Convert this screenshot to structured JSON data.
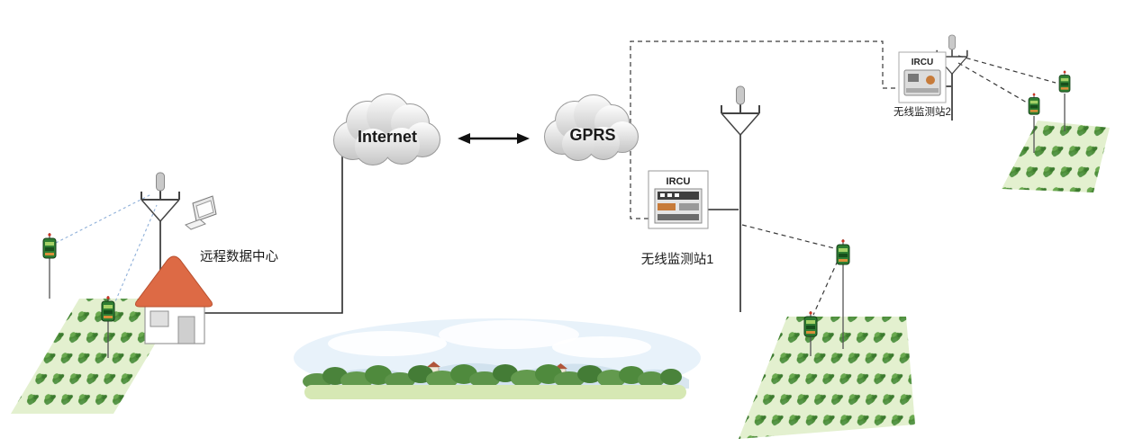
{
  "diagram": {
    "clouds": {
      "internet": {
        "label": "Internet"
      },
      "gprs": {
        "label": "GPRS"
      }
    },
    "data_center": {
      "label": "远程数据中心"
    },
    "station1": {
      "device_label": "IRCU",
      "name": "无线监测站1"
    },
    "station2": {
      "device_label": "IRCU",
      "name": "无线监测站2"
    },
    "colors": {
      "cloud_top": "#fdfdfd",
      "cloud_bottom": "#c6c6c6",
      "cloud_stroke": "#9a9a9a",
      "connector_line": "#2a2a2a",
      "dashed_link": "#3a3a3a",
      "sensor_link_dashed": "#8fb0d9",
      "field_fill": "#e3f0cf",
      "crop_green": "#4e8f3a",
      "roof_orange": "#dd6a45",
      "sensor_body_green": "#2e7d32",
      "device_accent_orange": "#c77b3a"
    },
    "icons": {
      "internet_cloud": "cloud-shape",
      "gprs_cloud": "cloud-shape",
      "link_arrow": "double-headed-arrow",
      "antenna_mast": "mast-shape",
      "sensor_node": "green-sensor-box",
      "house": "house-with-orange-roof",
      "computer": "monitor-shape",
      "ircu_device": "rtu-module",
      "crop_field": "green-field-pattern",
      "landscape": "village-scenery"
    }
  }
}
